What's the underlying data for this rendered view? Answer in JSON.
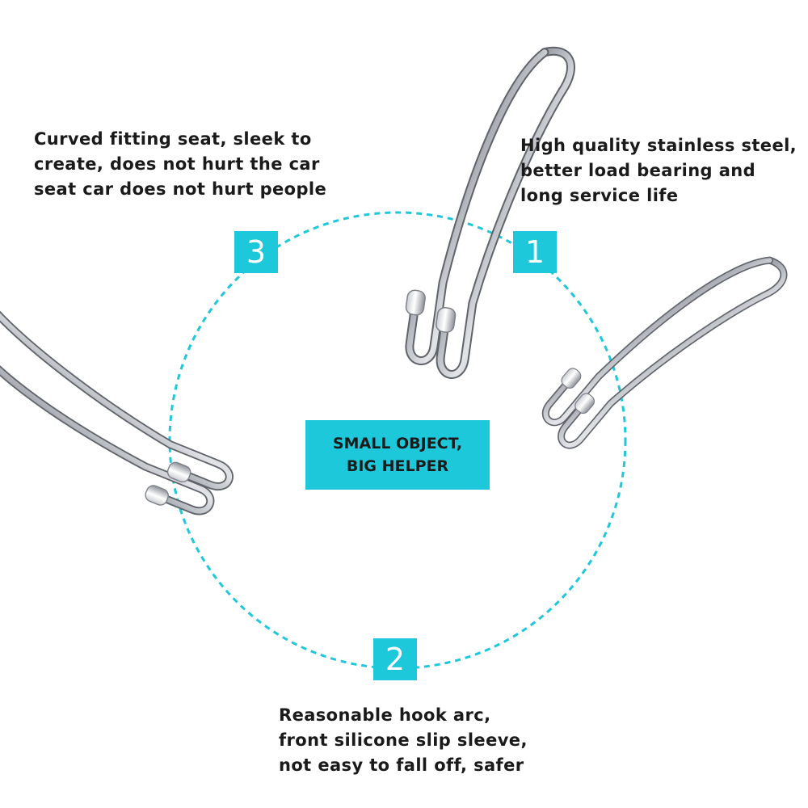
{
  "features": {
    "fitting_seat": {
      "number": "3",
      "lines": [
        "Curved fitting seat, sleek to",
        "create, does not hurt the car",
        "seat car does not hurt people"
      ]
    },
    "steel": {
      "number": "1",
      "lines": [
        "High quality stainless steel,",
        "better load bearing and",
        "long service life"
      ]
    },
    "hook_arc": {
      "number": "2",
      "lines": [
        "Reasonable hook arc,",
        "front silicone slip sleeve,",
        "not easy to fall off, safer"
      ]
    }
  },
  "center_label": [
    "SMALL OBJECT,",
    "BIG HELPER"
  ],
  "colors": {
    "accent": "#1ec8db",
    "text": "#1a1a1a",
    "metal": "#b9bcc1"
  },
  "icons": [
    "car-seat-hook-icon"
  ]
}
